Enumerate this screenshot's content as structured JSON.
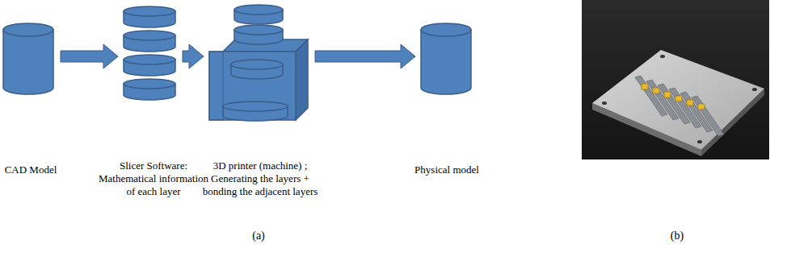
{
  "diagram": {
    "nodes": [
      {
        "text": [
          "CAD Model"
        ]
      },
      {
        "text": [
          "Slicer Software: Mathematical information of each layer"
        ]
      },
      {
        "text": [
          "3D printer (machine) ; Generating the layers + bonding the adjacent layers"
        ]
      },
      {
        "text": [
          "Physical model"
        ]
      }
    ],
    "edges": [
      {
        "from": 0,
        "to": 1,
        "arrow": "to"
      },
      {
        "from": 1,
        "to": 2,
        "arrow": "to"
      },
      {
        "from": 2,
        "to": 3,
        "arrow": "to"
      }
    ],
    "labels": [
      "(a)",
      "(b)"
    ]
  }
}
